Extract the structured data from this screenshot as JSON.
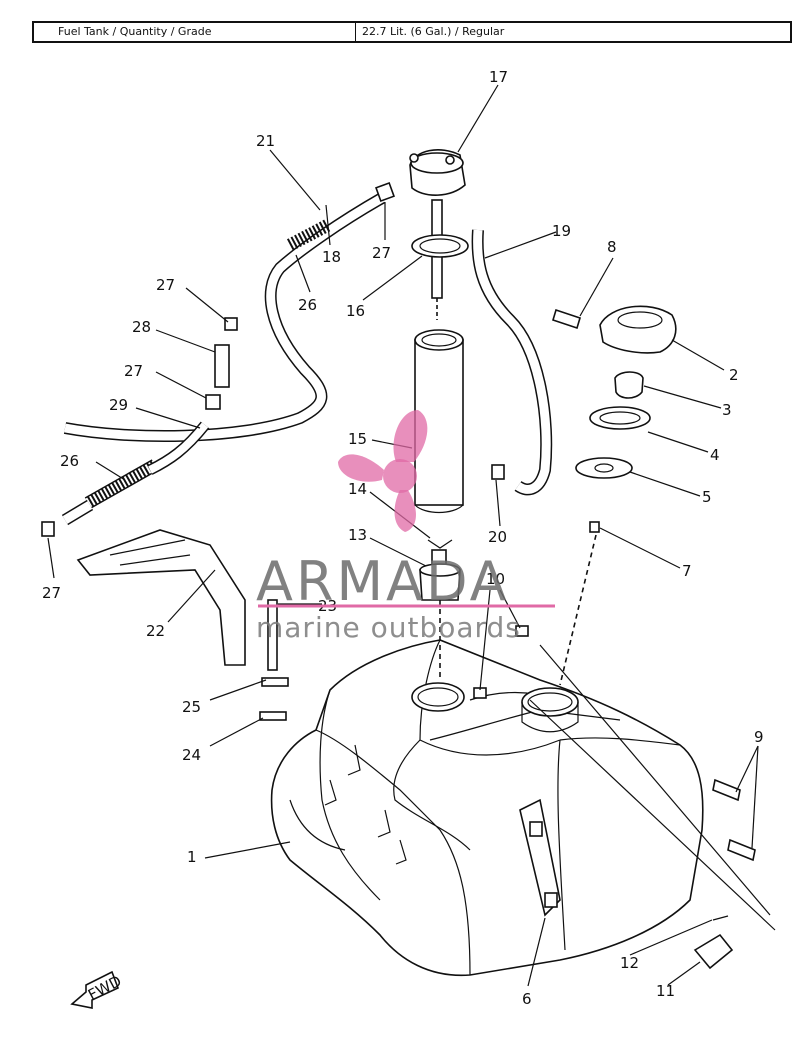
{
  "spec": {
    "label": "Fuel Tank / Quantity / Grade",
    "value": "22.7 Lit. (6 Gal.) / Regular"
  },
  "callouts": {
    "c1": "1",
    "c2": "2",
    "c3": "3",
    "c4": "4",
    "c5": "5",
    "c6": "6",
    "c7": "7",
    "c8": "8",
    "c9": "9",
    "c10": "10",
    "c11": "11",
    "c12": "12",
    "c13": "13",
    "c14": "14",
    "c15": "15",
    "c16": "16",
    "c17": "17",
    "c18": "18",
    "c19": "19",
    "c20": "20",
    "c21": "21",
    "c22": "22",
    "c23": "23",
    "c24": "24",
    "c25": "25",
    "c26a": "26",
    "c26b": "26",
    "c27a": "27",
    "c27b": "27",
    "c27c": "27",
    "c27d": "27",
    "c28": "28",
    "c29": "29"
  },
  "fwd_label": "FWD",
  "watermark": {
    "brand": "ARMADA",
    "tagline": "marine outboards",
    "color": "#e06aa6"
  }
}
